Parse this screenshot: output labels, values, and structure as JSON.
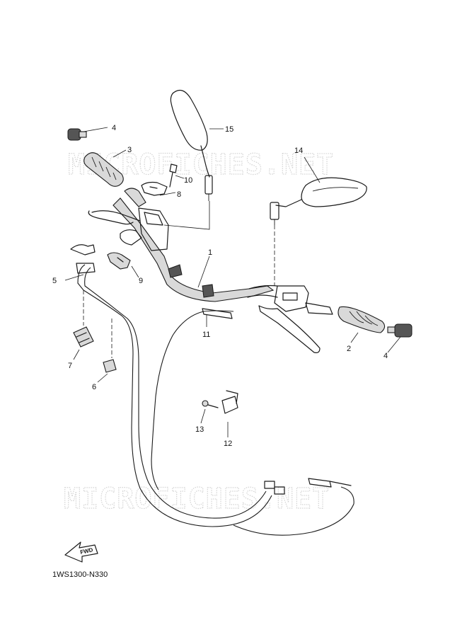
{
  "watermark": "MICROFICHES.NET",
  "diagram_code": "1WS1300-N330",
  "fwd_label": "FWD",
  "callouts": [
    {
      "id": "c1",
      "label": "1"
    },
    {
      "id": "c2",
      "label": "2"
    },
    {
      "id": "c3",
      "label": "3"
    },
    {
      "id": "c4a",
      "label": "4"
    },
    {
      "id": "c4b",
      "label": "4"
    },
    {
      "id": "c5",
      "label": "5"
    },
    {
      "id": "c6",
      "label": "6"
    },
    {
      "id": "c7",
      "label": "7"
    },
    {
      "id": "c8",
      "label": "8"
    },
    {
      "id": "c9",
      "label": "9"
    },
    {
      "id": "c10",
      "label": "10"
    },
    {
      "id": "c11",
      "label": "11"
    },
    {
      "id": "c12",
      "label": "12"
    },
    {
      "id": "c13",
      "label": "13"
    },
    {
      "id": "c14",
      "label": "14"
    },
    {
      "id": "c15",
      "label": "15"
    }
  ]
}
